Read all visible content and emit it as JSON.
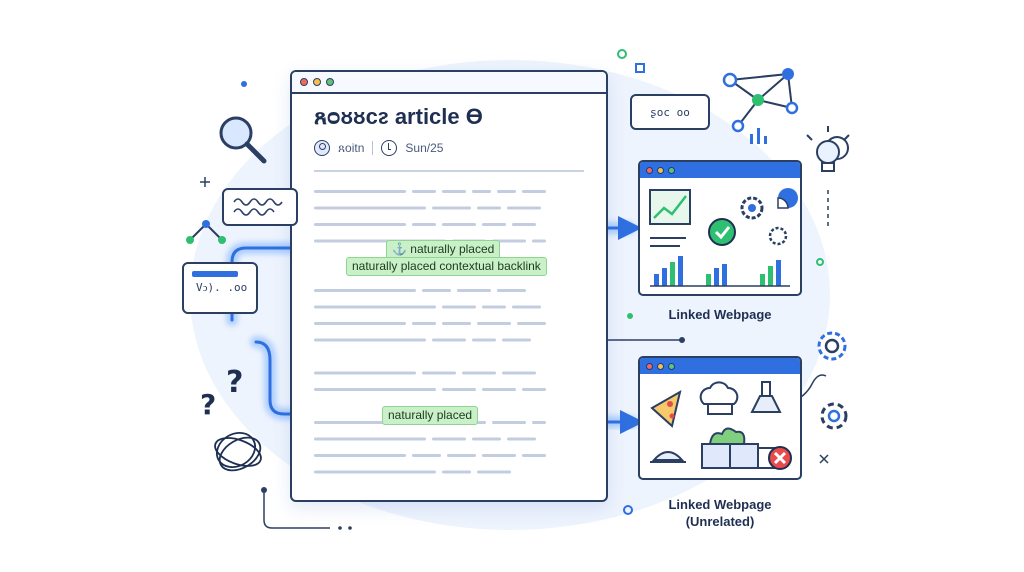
{
  "article": {
    "title": "ጸᴑᴕᴕᴄᴤ article ϴ",
    "author": "ጸoitn",
    "date": "Sun/25"
  },
  "anchors": {
    "top_short": "⚓ naturally placed",
    "top_long": "naturally placed contextual backlink",
    "bottom": "naturally placed"
  },
  "linked_pages": {
    "related_label": "Linked Webpage",
    "unrelated_label_line1": "Linked Webpage",
    "unrelated_label_line2": "(Unrelated)"
  },
  "bubbles": {
    "top_right": "ʂoc oo",
    "left_mid": "Vↄ). .oo"
  },
  "colors": {
    "outline": "#2b3f63",
    "accent_blue": "#2f6fe0",
    "link_glow": "#5aa0ff",
    "anchor_green": "#c9f0c8",
    "check_green": "#2fbf71",
    "error_red": "#e84b4b"
  },
  "icons": [
    "magnifier-icon",
    "network-graph-icon",
    "lightbulb-icon",
    "gear-icon",
    "question-mark-icon",
    "tangle-icon",
    "check-icon",
    "pizza-icon",
    "chef-hat-icon",
    "range-hood-icon",
    "close-icon"
  ]
}
